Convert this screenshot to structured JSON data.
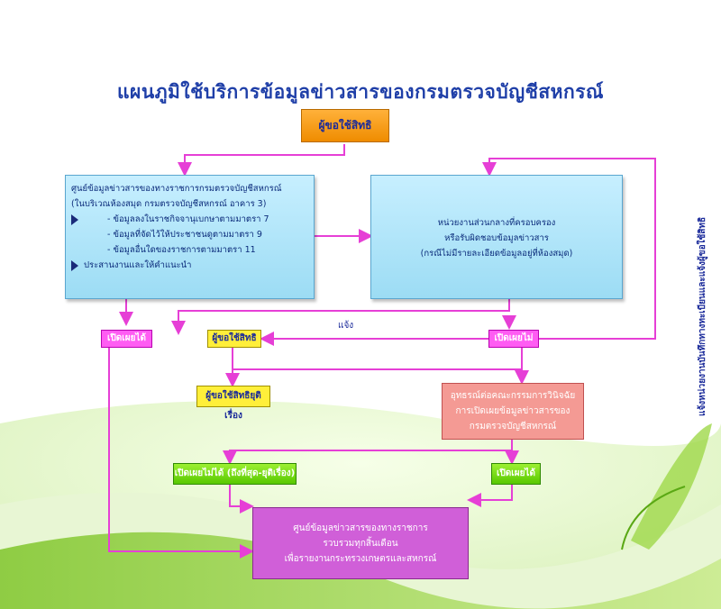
{
  "title": "แผนภูมิใช้บริการข้อมูลข่าวสารของกรมตรวจบัญชีสหกรณ์",
  "nodes": {
    "requester_top": "ผู้ขอใช้สิทธิ",
    "info_center": {
      "line1": "ศูนย์ข้อมูลข่าวสารของทางราชการกรมตรวจบัญชีสหกรณ์",
      "line2": "(ในบริเวณห้องสมุด กรมตรวจบัญชีสหกรณ์ อาคาร 3)",
      "item1": "- ข้อมูลลงในราชกิจจานุเบกษาตามมาตรา 7",
      "item2": "- ข้อมูลที่จัดไว้ให้ประชาชนดูตามมาตรา 9",
      "item3": "- ข้อมูลอื่นใดของราชการตามมาตรา 11",
      "coordinate": "ประสานงานและให้คำแนะนำ"
    },
    "central_unit": {
      "line1": "หน่วยงานส่วนกลางที่ครอบครอง",
      "line2": "หรือรับผิดชอบข้อมูลข่าวสาร",
      "line3": "(กรณีไม่มีรายละเอียดข้อมูลอยู่ที่ห้องสมุด)"
    },
    "disclosed_left": "เปิดเผยได้",
    "requester_mid": "ผู้ขอใช้สิทธิ",
    "not_disclosed": "เปิดเผยไม่ได้",
    "notify_label": "แจ้ง",
    "requester_end": "ผู้ขอใช้สิทธิยุติเรื่อง",
    "appeal": {
      "line1": "อุทธรณ์ต่อคณะกรรมการวินิจฉัย",
      "line2": "การเปิดเผยข้อมูลข่าวสารของ",
      "line3": "กรมตรวจบัญชีสหกรณ์"
    },
    "not_disclosed_final": "เปิดเผยไม่ได้ (ถึงที่สุด-ยุติเรื่อง)",
    "disclosed_final": "เปิดเผยได้",
    "summary": {
      "line1": "ศูนย์ข้อมูลข่าวสารของทางราชการ",
      "line2": "รวบรวมทุกสิ้นเดือน",
      "line3": "เพื่อรายงานกระทรวงเกษตรและสหกรณ์"
    },
    "side_note": "แจ้งหน่วยงานบันทึกทางทะเบียนและแจ้งผู้ขอใช้สิทธิ"
  },
  "colors": {
    "title": "#1f3fa8",
    "connector": "#e63fd6",
    "orange": "#f59a10",
    "blue": "#a6e0f6",
    "magenta": "#ff5cf3",
    "yellow": "#ffef3a",
    "salmon": "#f49a94",
    "green": "#6fd610",
    "purple": "#d05fd8"
  }
}
